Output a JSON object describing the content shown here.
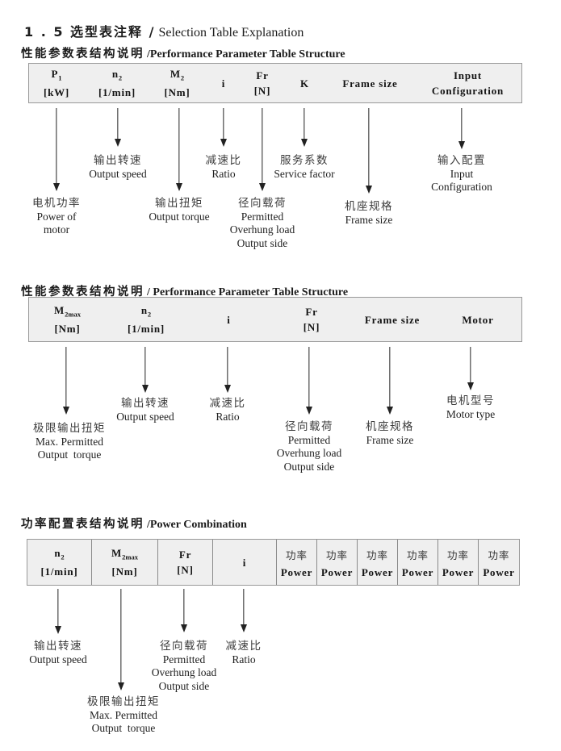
{
  "page": {
    "title_zh": "1 . 5 选型表注释 /",
    "title_en": "Selection Table Explanation"
  },
  "sections": [
    {
      "heading_zh": "性能参数表结构说明",
      "heading_en": "/Performance Parameter Table Structure",
      "table": {
        "cols": [
          {
            "sym": "P",
            "sub": "1",
            "unit": "[kW]"
          },
          {
            "sym": "n",
            "sub": "2",
            "unit": "[1/min]"
          },
          {
            "sym": "M",
            "sub": "2",
            "unit": "[Nm]"
          },
          {
            "label": "i"
          },
          {
            "sym": "Fr",
            "unit": "[N]"
          },
          {
            "label": "K"
          },
          {
            "label": "Frame size"
          },
          {
            "line1": "Input",
            "line2": "Configuration"
          }
        ]
      },
      "callouts": [
        {
          "zh": "电机功率",
          "en": [
            "Power of",
            "motor"
          ]
        },
        {
          "zh": "输出转速",
          "en": [
            "Output speed"
          ]
        },
        {
          "zh": "输出扭矩",
          "en": [
            "Output torque"
          ]
        },
        {
          "zh": "减速比",
          "en": [
            "Ratio"
          ]
        },
        {
          "zh": "径向载荷",
          "en": [
            "Permitted",
            "Overhung load",
            "Output side"
          ]
        },
        {
          "zh": "服务系数",
          "en": [
            "Service factor"
          ]
        },
        {
          "zh": "机座规格",
          "en": [
            "Frame size"
          ]
        },
        {
          "zh": "输入配置",
          "en": [
            "Input",
            "Configuration"
          ]
        }
      ]
    },
    {
      "heading_zh": "性能参数表结构说明",
      "heading_en": "/ Performance Parameter Table Structure",
      "table": {
        "cols": [
          {
            "sym": "M",
            "sub": "2max",
            "unit": "[Nm]"
          },
          {
            "sym": "n",
            "sub": "2",
            "unit": "[1/min]"
          },
          {
            "label": "i"
          },
          {
            "sym": "Fr",
            "unit": "[N]"
          },
          {
            "label": "Frame size"
          },
          {
            "label": "Motor"
          }
        ]
      },
      "callouts": [
        {
          "zh": "极限输出扭矩",
          "en": [
            "Max. Permitted",
            "Output  torque"
          ]
        },
        {
          "zh": "输出转速",
          "en": [
            "Output speed"
          ]
        },
        {
          "zh": "减速比",
          "en": [
            "Ratio"
          ]
        },
        {
          "zh": "径向载荷",
          "en": [
            "Permitted",
            "Overhung load",
            "Output side"
          ]
        },
        {
          "zh": "机座规格",
          "en": [
            "Frame size"
          ]
        },
        {
          "zh": "电机型号",
          "en": [
            "Motor type"
          ]
        }
      ]
    },
    {
      "heading_zh": "功率配置表结构说明",
      "heading_en": "/Power Combination",
      "table": {
        "cols": [
          {
            "sym": "n",
            "sub": "2",
            "unit": "[1/min]"
          },
          {
            "sym": "M",
            "sub": "2max",
            "unit": "[Nm]"
          },
          {
            "sym": "Fr",
            "unit": "[N]"
          },
          {
            "label": "i"
          },
          {
            "zh": "功率",
            "en": "Power"
          },
          {
            "zh": "功率",
            "en": "Power"
          },
          {
            "zh": "功率",
            "en": "Power"
          },
          {
            "zh": "功率",
            "en": "Power"
          },
          {
            "zh": "功率",
            "en": "Power"
          },
          {
            "zh": "功率",
            "en": "Power"
          }
        ]
      },
      "callouts": [
        {
          "zh": "输出转速",
          "en": [
            "Output speed"
          ]
        },
        {
          "zh": "极限输出扭矩",
          "en": [
            "Max. Permitted",
            "Output  torque"
          ]
        },
        {
          "zh": "径向载荷",
          "en": [
            "Permitted",
            "Overhung load",
            "Output side"
          ]
        },
        {
          "zh": "减速比",
          "en": [
            "Ratio"
          ]
        }
      ]
    }
  ]
}
